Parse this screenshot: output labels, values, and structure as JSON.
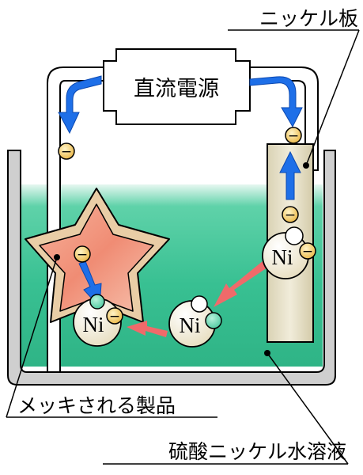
{
  "labels": {
    "power_supply": "直流電源",
    "nickel_plate": "ニッケル板",
    "plated_product": "メッキされる製品",
    "solution": "硫酸ニッケル水溶液"
  },
  "ions": {
    "nickel_symbol": "Ni",
    "electron_sign": "−"
  },
  "colors": {
    "solution_top": "#dff5ec",
    "solution": "#3cc497",
    "tank": "#cfcfcf",
    "nickel_plate": "#e6dfc4",
    "product_outer": "#e8cfa8",
    "product_inner": "#f39a7f",
    "current_arrow": "#1e6fe8",
    "ion_arrow": "#f06a6a",
    "electron": "#f0c24a",
    "ion_sphere": "#f2ecd6"
  }
}
